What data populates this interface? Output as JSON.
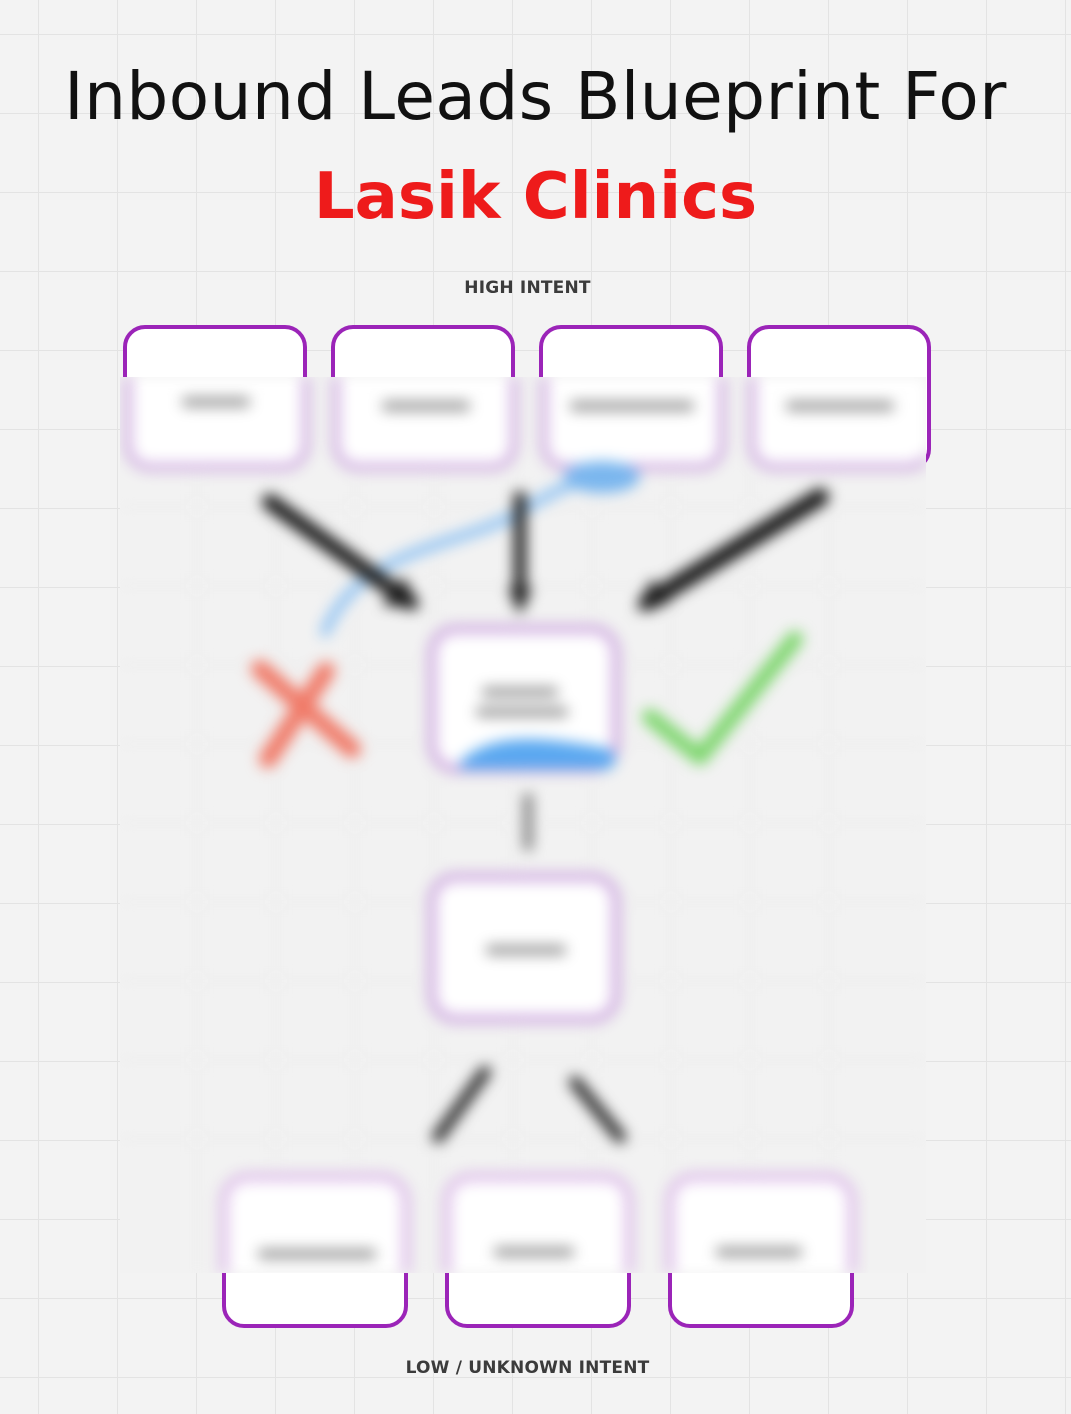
{
  "header": {
    "title_line1": "Inbound Leads Blueprint For",
    "title_line2": "Lasik Clinics"
  },
  "diagram": {
    "top_label": "HIGH INTENT",
    "bottom_label": "LOW / UNKNOWN INTENT",
    "top_node_count": 4,
    "bottom_node_count": 3,
    "reject_icon": "cross-icon",
    "accept_icon": "check-icon"
  },
  "colors": {
    "title": "#111111",
    "accent": "#ee1b1b",
    "node_border": "#9b24b8",
    "label": "#3b3b3b",
    "background": "#f3f3f3",
    "grid": "#e3e3e3",
    "reject": "#f07a68",
    "accept": "#7ed66e",
    "highlight": "#5aa8f0"
  }
}
